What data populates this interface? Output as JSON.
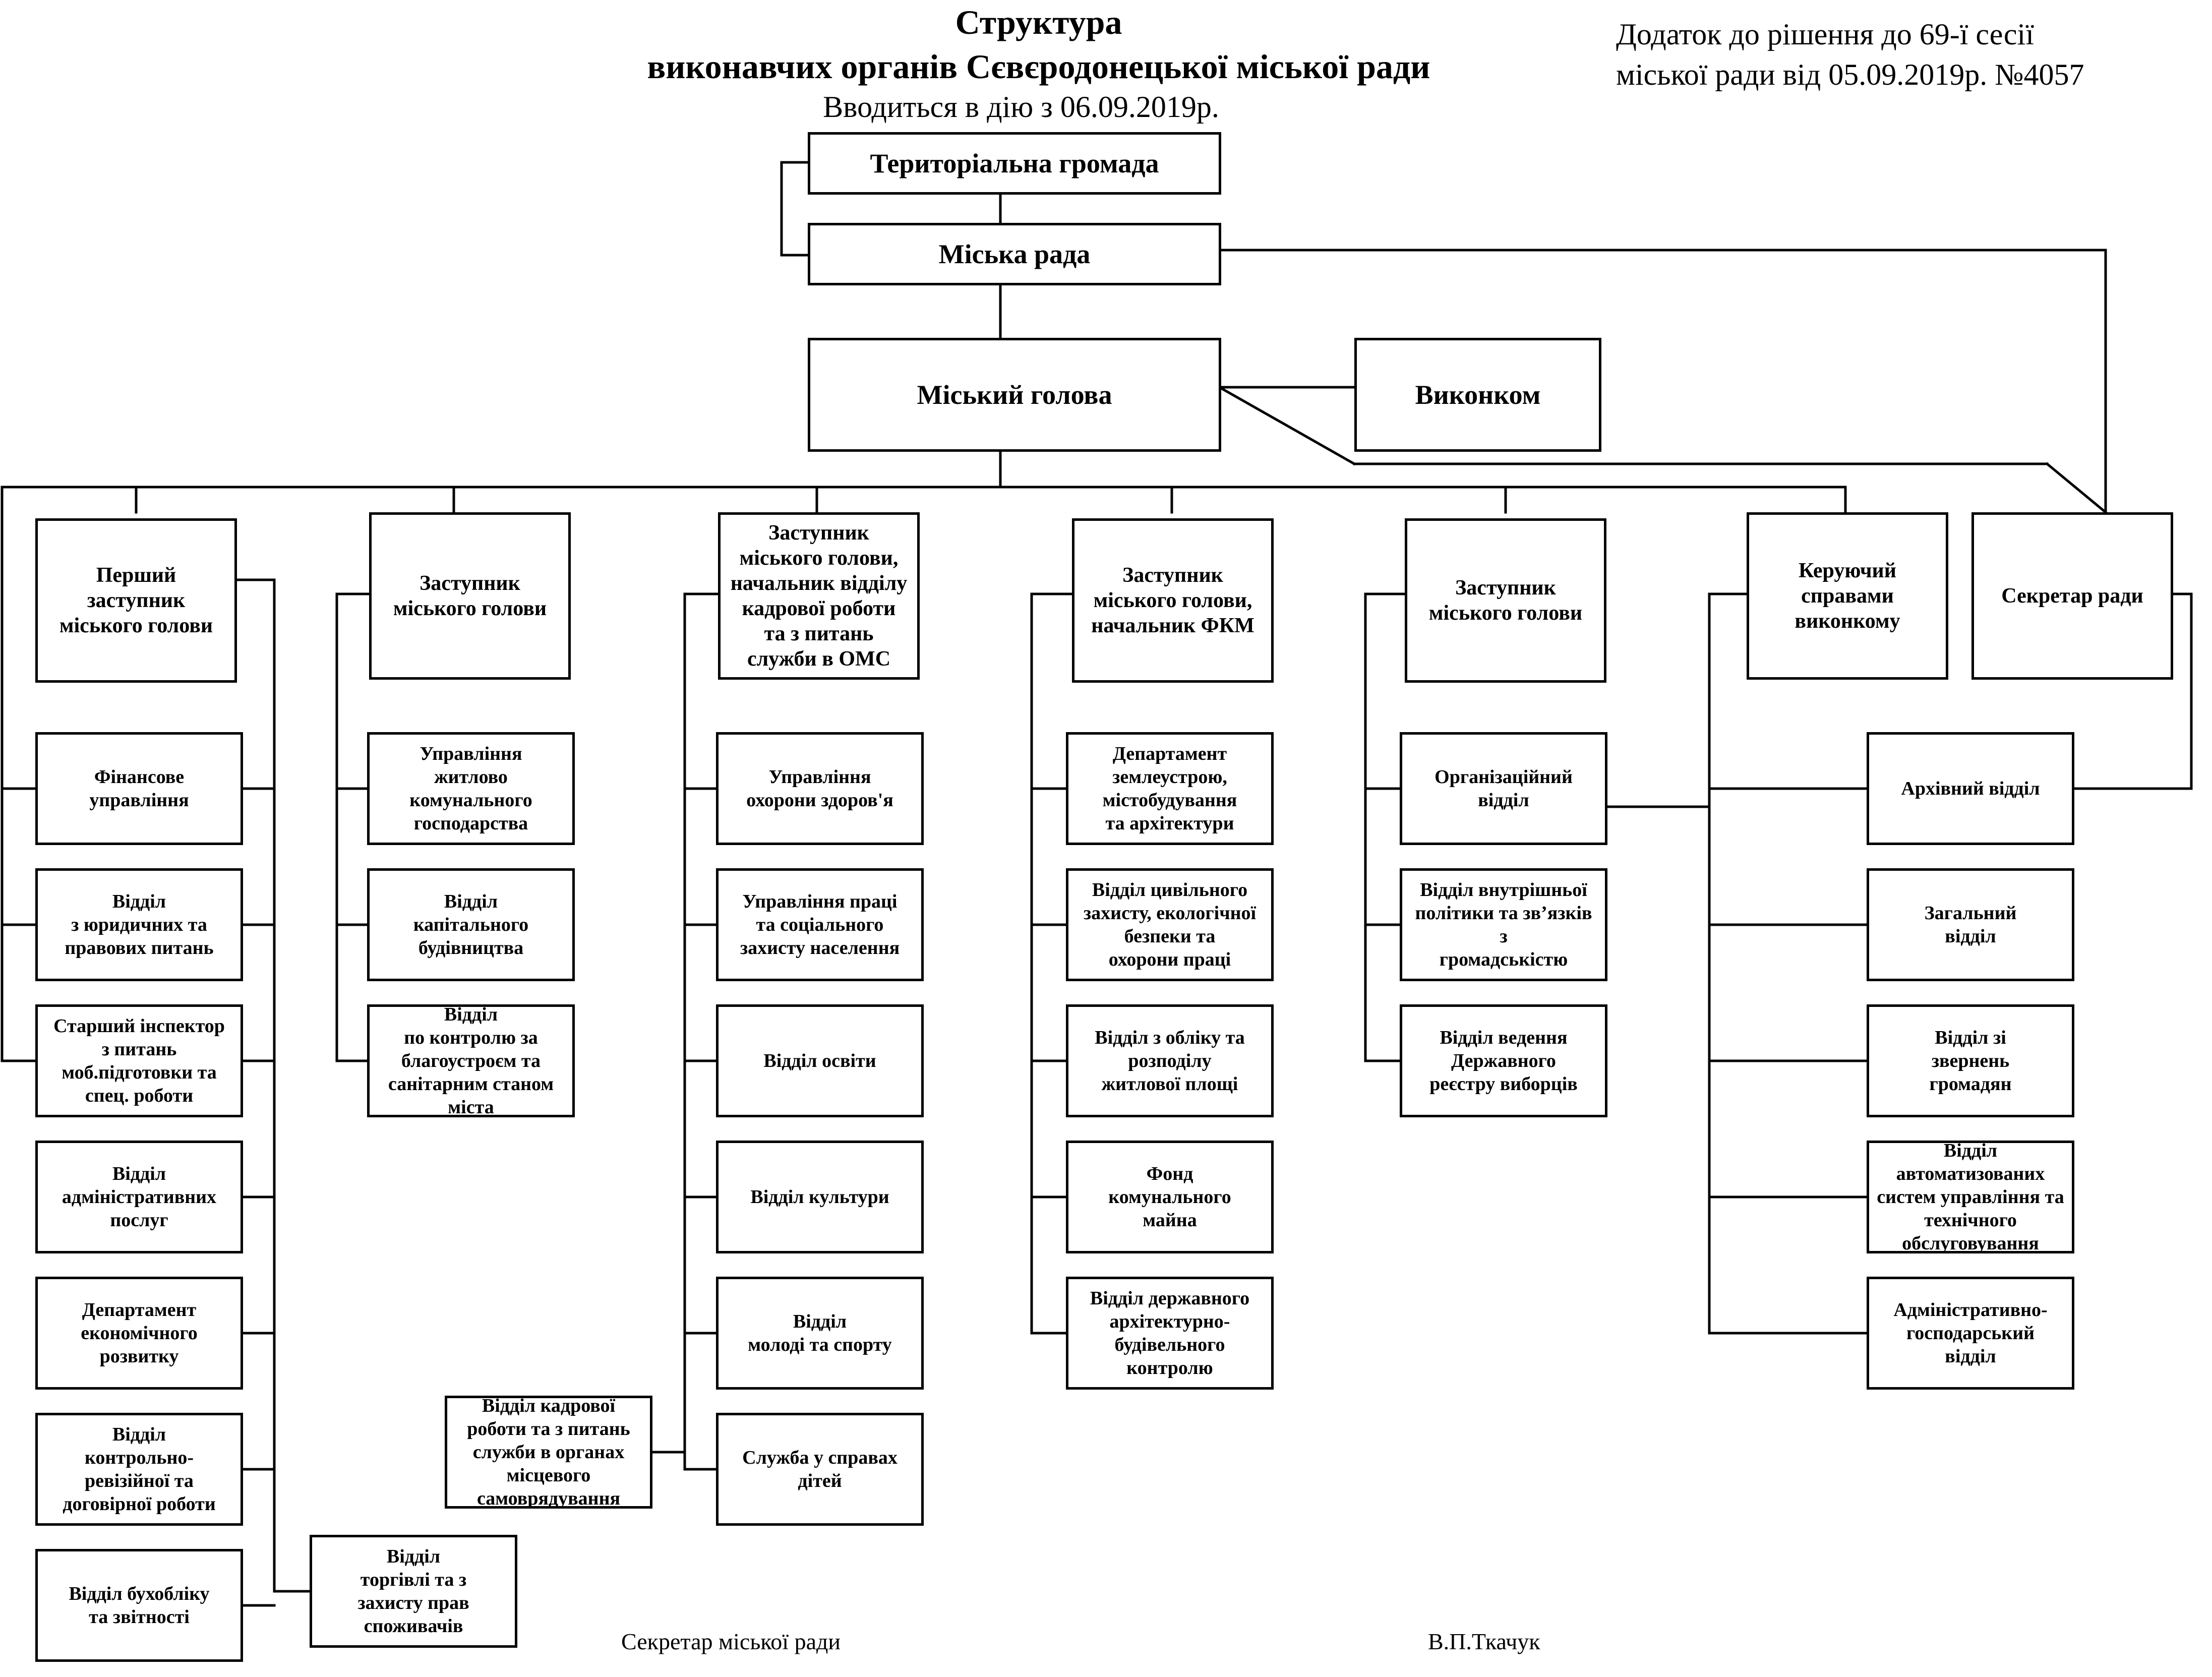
{
  "header": {
    "title": "Структура\nвиконавчих органів Сєвєродонецької міської ради",
    "effective_date": "Вводиться в дію з 06.09.2019р.",
    "appendix": "Додаток до рішення до 69-ї сесії\nміської ради від 05.09.2019р. №4057"
  },
  "top": {
    "community": "Територіальна громада",
    "council": "Міська рада",
    "mayor": "Міський голова",
    "executive_committee": "Виконком"
  },
  "columns": [
    {
      "head": "Перший\nзаступник\nміського голови",
      "units": [
        "Фінансове\nуправління",
        "Відділ\nз юридичних та\nправових питань",
        "Старший інспектор\nз питань\nмоб.підготовки та\nспец. роботи",
        "Відділ\nадміністративних\nпослуг",
        "Департамент\nекономічного\nрозвитку",
        "Відділ\nконтрольно-\nревізійної та\nдоговірної роботи",
        "Відділ бухобліку\nта звітності",
        "Відділ\nторгівлі та з\nзахисту прав\nспоживачів"
      ]
    },
    {
      "head": "Заступник\nміського голови",
      "units": [
        "Управління\nжитлово\nкомунального\nгосподарства",
        "Відділ\nкапітального\nбудівництва",
        "Відділ\nпо контролю за\nблагоустроєм та\nсанітарним станом\nміста"
      ]
    },
    {
      "head": "Заступник\nміського голови,\nначальник відділу\nкадрової роботи\nта з питань\nслужби в ОМС",
      "units": [
        "Управління\nохорони здоров'я",
        "Управління праці\nта соціального\nзахисту населення",
        "Відділ освіти",
        "Відділ культури",
        "Відділ\nмолоді та спорту",
        "Служба у справах\nдітей",
        "Відділ кадрової\nроботи та з питань\nслужби в органах\nмісцевого\nсамоврядування"
      ]
    },
    {
      "head": "Заступник\nміського голови,\nначальник ФКМ",
      "units": [
        "Департамент\nземлеустрою,\nмістобудування\nта архітектури",
        "Відділ цивільного\nзахисту, екологічної\nбезпеки та\nохорони праці",
        "Відділ з обліку та\nрозподілу\nжитлової площі",
        "Фонд\nкомунального\nмайна",
        "Відділ державного\nархітектурно-\nбудівельного\nконтролю"
      ]
    },
    {
      "head": "Заступник\nміського голови",
      "units": [
        "Організаційний\nвідділ",
        "Відділ внутрішньої\nполітики та зв’язків з\nгромадськістю",
        "Відділ ведення\nДержавного\nреєстру виборців"
      ]
    },
    {
      "head": "Керуючий\nсправами\nвиконкому",
      "units": [
        "Архівний відділ",
        "Загальний\nвідділ",
        "Відділ зі\nзвернень\nгромадян",
        "Відділ\nавтоматизованих\nсистем управління та\nтехнічного\nобслуговування",
        "Адміністративно-\nгосподарський\nвідділ"
      ]
    },
    {
      "head": "Секретар ради",
      "units": []
    }
  ],
  "footer": {
    "signature_title": "Секретар міської ради",
    "signature_name": "В.П.Ткачук"
  }
}
